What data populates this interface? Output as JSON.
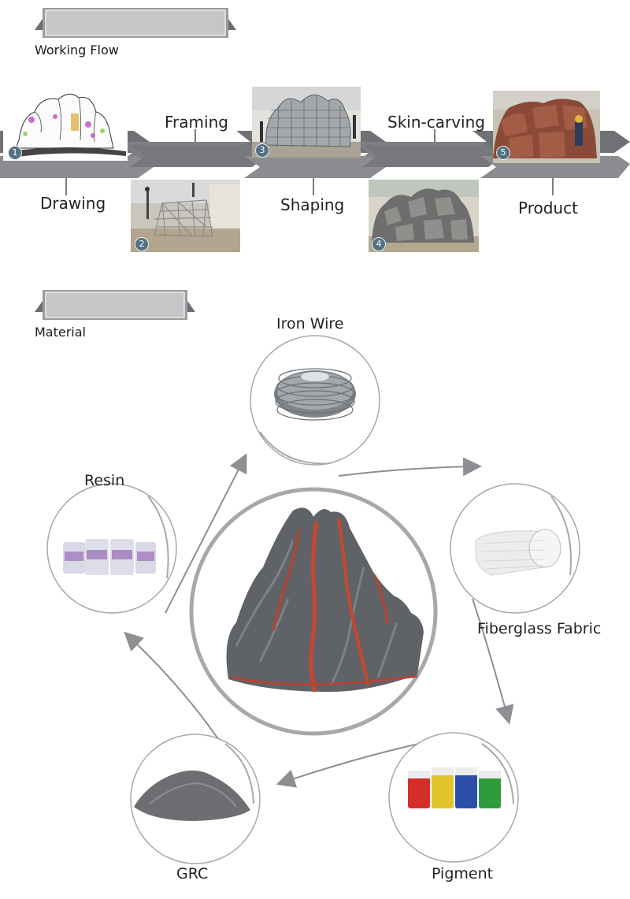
{
  "sections": {
    "working_flow": {
      "title": "Working Flow"
    },
    "material": {
      "title": "Material"
    }
  },
  "flow_steps": [
    {
      "number": "1",
      "label": "Drawing"
    },
    {
      "number": "2",
      "label": "Framing"
    },
    {
      "number": "3",
      "label": "Shaping"
    },
    {
      "number": "4",
      "label": "Skin-carving"
    },
    {
      "number": "5",
      "label": "Product"
    }
  ],
  "materials": {
    "iron_wire": "Iron Wire",
    "fiberglass": "Fiberglass Fabric",
    "pigment": "Pigment",
    "grc": "GRC",
    "resin": "Resin"
  },
  "colors": {
    "band": "#7b7d80",
    "tab_fill": "#8a8c8f",
    "tab_inner": "#b5b7b9",
    "circle_stroke": "#9b9b9b",
    "lava": "#c8462e",
    "rock": "#5d6064"
  }
}
